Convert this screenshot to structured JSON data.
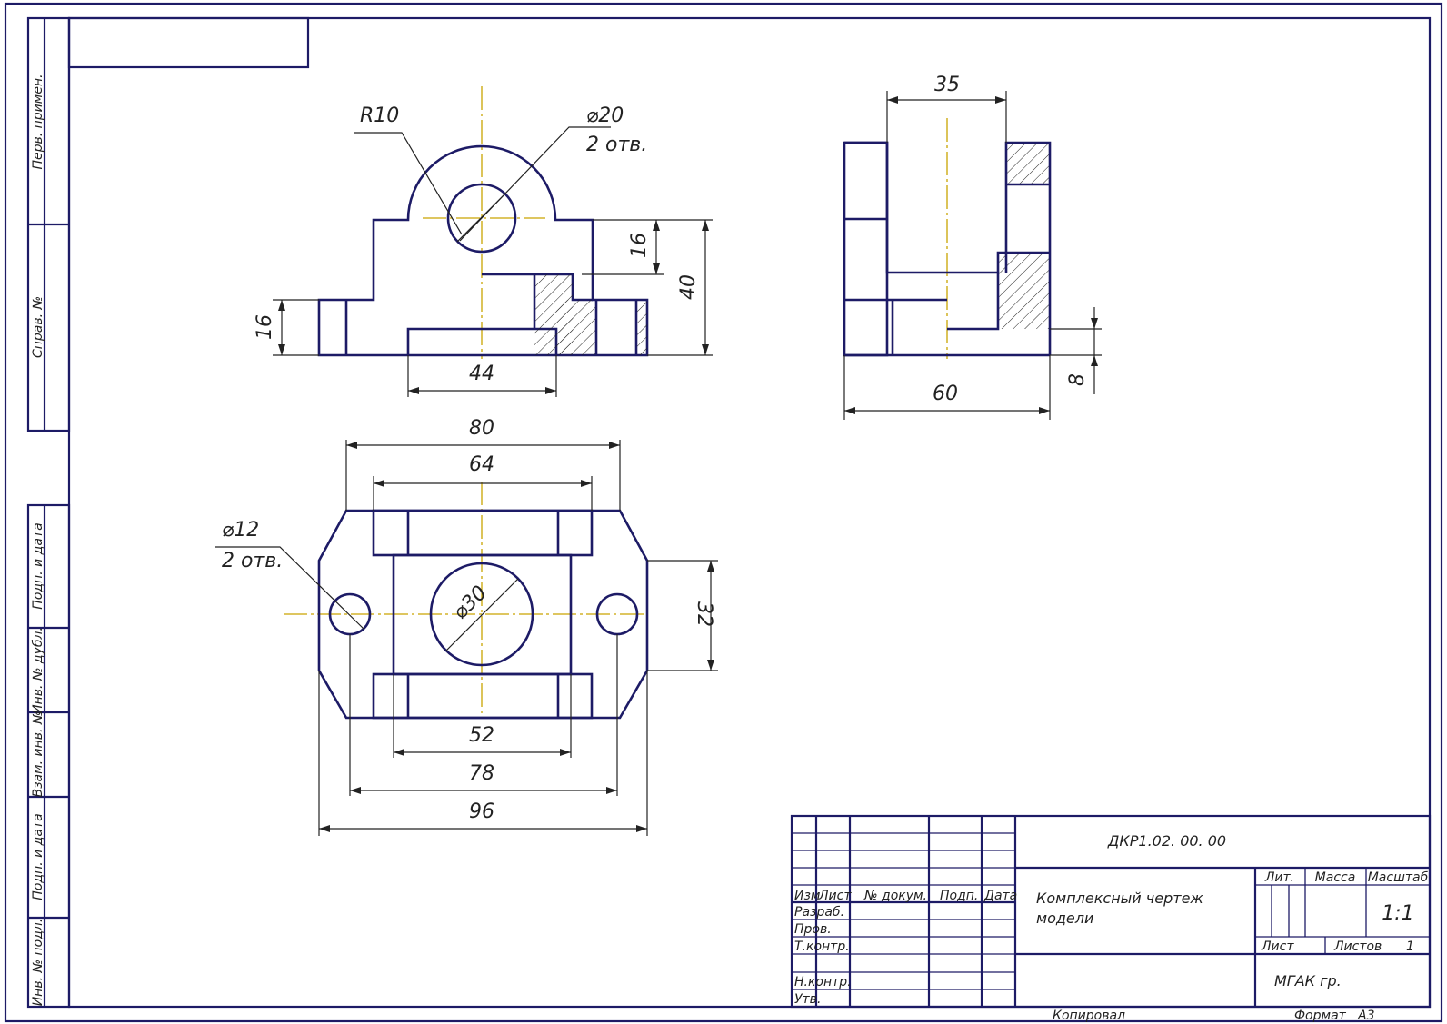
{
  "dimensions": {
    "front": {
      "radius": "R10",
      "hole_dia": "⌀20",
      "hole_count": "2 отв.",
      "height_16_right": "16",
      "height_40": "40",
      "height_16_left": "16",
      "width_44": "44"
    },
    "side": {
      "width_35": "35",
      "width_60": "60",
      "height_8": "8"
    },
    "top": {
      "width_80": "80",
      "width_64": "64",
      "hole_dia": "⌀12",
      "hole_count": "2 отв.",
      "center_dia": "⌀30",
      "height_32": "32",
      "width_52": "52",
      "width_78": "78",
      "width_96": "96"
    }
  },
  "side_stamps": [
    "Перв. примен.",
    "Справ. №",
    "Подп. и дата",
    "Инв. № дубл.",
    "Взам. инв. №",
    "Подп. и дата",
    "Инв. № подл."
  ],
  "title_block": {
    "designation": "ДКР1.02. 00. 00",
    "name_line1": "Комплексный чертеж",
    "name_line2": "модели",
    "col_headers": [
      "Изм",
      "Лист",
      "№ докум.",
      "Подп.",
      "Дата"
    ],
    "rows": [
      "Разраб.",
      "Пров.",
      "Т.контр.",
      "Н.контр.",
      "Утв."
    ],
    "lit_label": "Лит.",
    "mass_label": "Масса",
    "scale_label": "Масштаб",
    "scale_value": "1:1",
    "sheet_label": "Лист",
    "sheets_label": "Листов",
    "sheets_value": "1",
    "org": "МГАК гр.",
    "copied": "Копировал",
    "format_label": "Формат",
    "format_value": "А3"
  }
}
